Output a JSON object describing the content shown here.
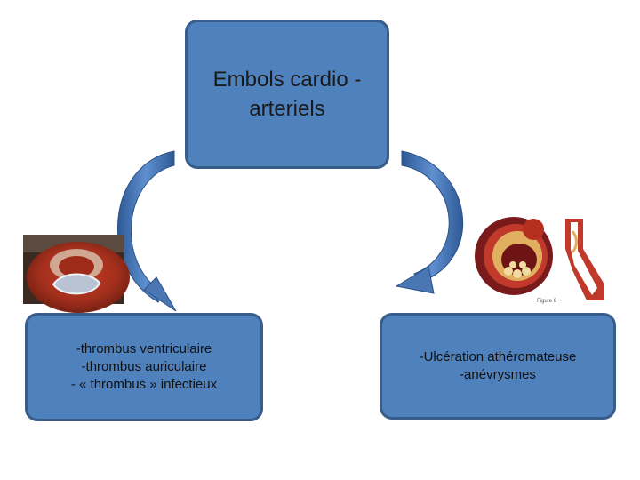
{
  "diagram": {
    "top_box": {
      "lines": [
        "Embols cardio -",
        "arteriels"
      ]
    },
    "left_box": {
      "lines": [
        "-thrombus ventriculaire",
        "-thrombus auriculaire",
        "- « thrombus » infectieux"
      ]
    },
    "right_box": {
      "lines": [
        "-Ulcération athéromateuse",
        "-anévrysmes"
      ]
    },
    "right_image_caption": "Figure 6"
  },
  "colors": {
    "box_fill": "#4f81bd",
    "box_border": "#385d8a",
    "arrow": "#4a77b4"
  },
  "icons": {
    "left_image": "heart-thrombus-photo",
    "right_image_1": "atheroma-artery-illustration",
    "right_image_2": "aneurysm-artery-illustration"
  }
}
